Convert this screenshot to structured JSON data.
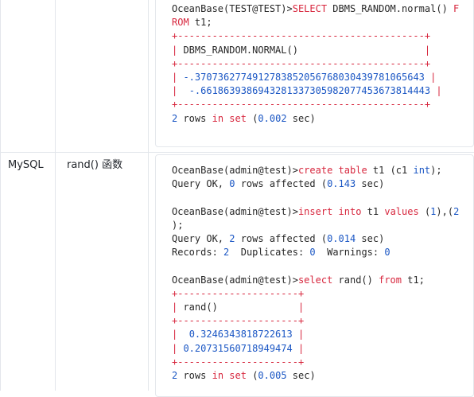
{
  "colors": {
    "keyword": "#d7263d",
    "number": "#1a56c4",
    "text": "#262626",
    "grid_line": "#e3e6eb"
  },
  "row_oracle": {
    "code_lines": [
      [
        {
          "t": "OceanBase(TEST@TEST)>",
          "c": ""
        },
        {
          "t": "SELECT",
          "c": "kw"
        },
        {
          "t": " DBMS_RANDOM.normal() ",
          "c": ""
        },
        {
          "t": "F",
          "c": "kw"
        }
      ],
      [
        {
          "t": "ROM",
          "c": "kw"
        },
        {
          "t": " t1;",
          "c": ""
        }
      ],
      [
        {
          "t": "+-------------------------------------------+",
          "c": "tbl"
        }
      ],
      [
        {
          "t": "| ",
          "c": "tbl"
        },
        {
          "t": "DBMS_RANDOM.NORMAL()",
          "c": ""
        },
        {
          "t": "                      |",
          "c": "tbl"
        }
      ],
      [
        {
          "t": "+-------------------------------------------+",
          "c": "tbl"
        }
      ],
      [
        {
          "t": "| ",
          "c": "tbl"
        },
        {
          "t": "-.3707362774912783852056768030439781065643",
          "c": "num"
        },
        {
          "t": " |",
          "c": "tbl"
        }
      ],
      [
        {
          "t": "|  ",
          "c": "tbl"
        },
        {
          "t": "-.6618639386943281337305982077453673814443",
          "c": "num"
        },
        {
          "t": " |",
          "c": "tbl"
        }
      ],
      [
        {
          "t": "+-------------------------------------------+",
          "c": "tbl"
        }
      ],
      [
        {
          "t": "2",
          "c": "num"
        },
        {
          "t": " rows ",
          "c": ""
        },
        {
          "t": "in",
          "c": "kw"
        },
        {
          "t": " ",
          "c": ""
        },
        {
          "t": "set",
          "c": "kw"
        },
        {
          "t": " (",
          "c": ""
        },
        {
          "t": "0.002",
          "c": "num"
        },
        {
          "t": " sec)",
          "c": ""
        }
      ]
    ]
  },
  "row_mysql": {
    "mode_label": "MySQL",
    "function_label": "rand() 函数",
    "code_lines": [
      [
        {
          "t": "OceanBase(admin@test)>",
          "c": ""
        },
        {
          "t": "create",
          "c": "kw"
        },
        {
          "t": " ",
          "c": ""
        },
        {
          "t": "table",
          "c": "kw"
        },
        {
          "t": " t1 (c1 ",
          "c": ""
        },
        {
          "t": "int",
          "c": "num"
        },
        {
          "t": ");",
          "c": ""
        }
      ],
      [
        {
          "t": "Query OK, ",
          "c": ""
        },
        {
          "t": "0",
          "c": "num"
        },
        {
          "t": " rows affected (",
          "c": ""
        },
        {
          "t": "0.143",
          "c": "num"
        },
        {
          "t": " sec)",
          "c": ""
        }
      ],
      [
        {
          "t": "",
          "c": ""
        }
      ],
      [
        {
          "t": "OceanBase(admin@test)>",
          "c": ""
        },
        {
          "t": "insert",
          "c": "kw"
        },
        {
          "t": " ",
          "c": ""
        },
        {
          "t": "into",
          "c": "kw"
        },
        {
          "t": " t1 ",
          "c": ""
        },
        {
          "t": "values",
          "c": "kw"
        },
        {
          "t": " (",
          "c": ""
        },
        {
          "t": "1",
          "c": "num"
        },
        {
          "t": "),(",
          "c": ""
        },
        {
          "t": "2",
          "c": "num"
        }
      ],
      [
        {
          "t": ");",
          "c": ""
        }
      ],
      [
        {
          "t": "Query OK, ",
          "c": ""
        },
        {
          "t": "2",
          "c": "num"
        },
        {
          "t": " rows affected (",
          "c": ""
        },
        {
          "t": "0.014",
          "c": "num"
        },
        {
          "t": " sec)",
          "c": ""
        }
      ],
      [
        {
          "t": "Records: ",
          "c": ""
        },
        {
          "t": "2",
          "c": "num"
        },
        {
          "t": "  Duplicates: ",
          "c": ""
        },
        {
          "t": "0",
          "c": "num"
        },
        {
          "t": "  Warnings: ",
          "c": ""
        },
        {
          "t": "0",
          "c": "num"
        }
      ],
      [
        {
          "t": "",
          "c": ""
        }
      ],
      [
        {
          "t": "OceanBase(admin@test)>",
          "c": ""
        },
        {
          "t": "select",
          "c": "kw"
        },
        {
          "t": " rand() ",
          "c": ""
        },
        {
          "t": "from",
          "c": "kw"
        },
        {
          "t": " t1;",
          "c": ""
        }
      ],
      [
        {
          "t": "+---------------------+",
          "c": "tbl"
        }
      ],
      [
        {
          "t": "| ",
          "c": "tbl"
        },
        {
          "t": "rand()",
          "c": ""
        },
        {
          "t": "              |",
          "c": "tbl"
        }
      ],
      [
        {
          "t": "+---------------------+",
          "c": "tbl"
        }
      ],
      [
        {
          "t": "|  ",
          "c": "tbl"
        },
        {
          "t": "0.3246343818722613",
          "c": "num"
        },
        {
          "t": " |",
          "c": "tbl"
        }
      ],
      [
        {
          "t": "| ",
          "c": "tbl"
        },
        {
          "t": "0.20731560718949474",
          "c": "num"
        },
        {
          "t": " |",
          "c": "tbl"
        }
      ],
      [
        {
          "t": "+---------------------+",
          "c": "tbl"
        }
      ],
      [
        {
          "t": "2",
          "c": "num"
        },
        {
          "t": " rows ",
          "c": ""
        },
        {
          "t": "in",
          "c": "kw"
        },
        {
          "t": " ",
          "c": ""
        },
        {
          "t": "set",
          "c": "kw"
        },
        {
          "t": " (",
          "c": ""
        },
        {
          "t": "0.005",
          "c": "num"
        },
        {
          "t": " sec)",
          "c": ""
        }
      ]
    ]
  }
}
